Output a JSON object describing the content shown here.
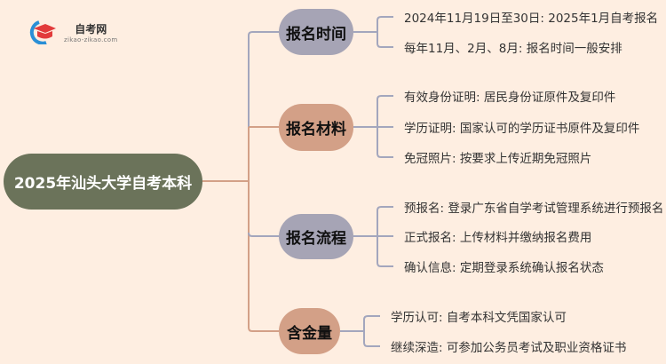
{
  "logo": {
    "title": "自考网",
    "subtitle": "zikao-zikao.com"
  },
  "root": "2025年汕头大学自考本科",
  "branches": [
    {
      "label": "报名时间",
      "leaves": [
        "2024年11月19日至30日: 2025年1月自考报名",
        "每年11月、2月、8月: 报名时间一般安排"
      ]
    },
    {
      "label": "报名材料",
      "leaves": [
        "有效身份证明: 居民身份证原件及复印件",
        "学历证明: 国家认可的学历证书原件及复印件",
        "免冠照片: 按要求上传近期免冠照片"
      ]
    },
    {
      "label": "报名流程",
      "leaves": [
        "预报名: 登录广东省自学考试管理系统进行预报名",
        "正式报名: 上传材料并缴纳报名费用",
        "确认信息: 定期登录系统确认报名状态"
      ]
    },
    {
      "label": "含金量",
      "leaves": [
        "学历认可: 自考本科文凭国家认可",
        "继续深造: 可参加公务员考试及职业资格证书"
      ]
    }
  ],
  "colors": {
    "background": "#FEEEE1",
    "root": "#6B735A",
    "gray": "#A6A4B5",
    "tan": "#D3A087"
  }
}
